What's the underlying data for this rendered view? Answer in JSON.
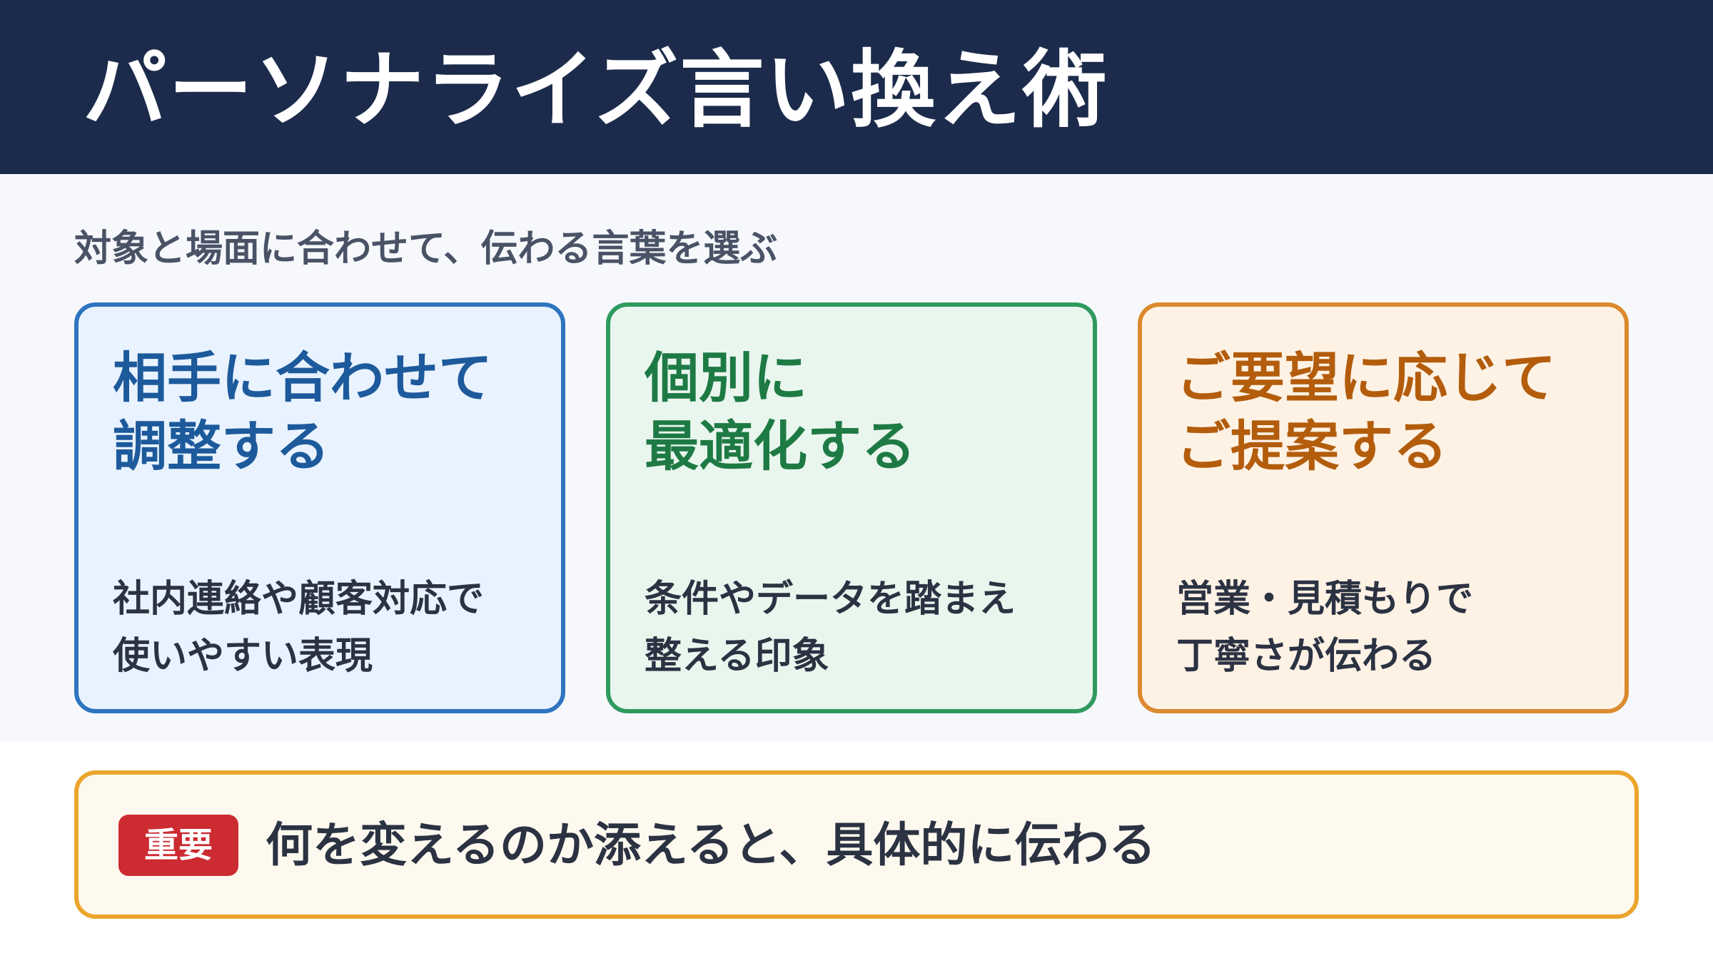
{
  "header": {
    "title": "パーソナライズ言い換え術"
  },
  "main": {
    "subtitle": "対象と場面に合わせて、伝わる言葉を選ぶ",
    "cards": [
      {
        "heading": "相手に合わせて\n調整する",
        "description": "社内連絡や顧客対応で\n使いやすい表現",
        "accent": "#2f74c0"
      },
      {
        "heading": "個別に\n最適化する",
        "description": "条件やデータを踏まえ\n整える印象",
        "accent": "#2f9a5e"
      },
      {
        "heading": "ご要望に応じて\nご提案する",
        "description": "営業・見積もりで\n丁寧さが伝わる",
        "accent": "#db8a2e"
      }
    ]
  },
  "callout": {
    "badge": "重要",
    "text": "何を変えるのか添えると、具体的に伝わる",
    "accent": "#eaa62c",
    "badge_color": "#cc2b31"
  }
}
